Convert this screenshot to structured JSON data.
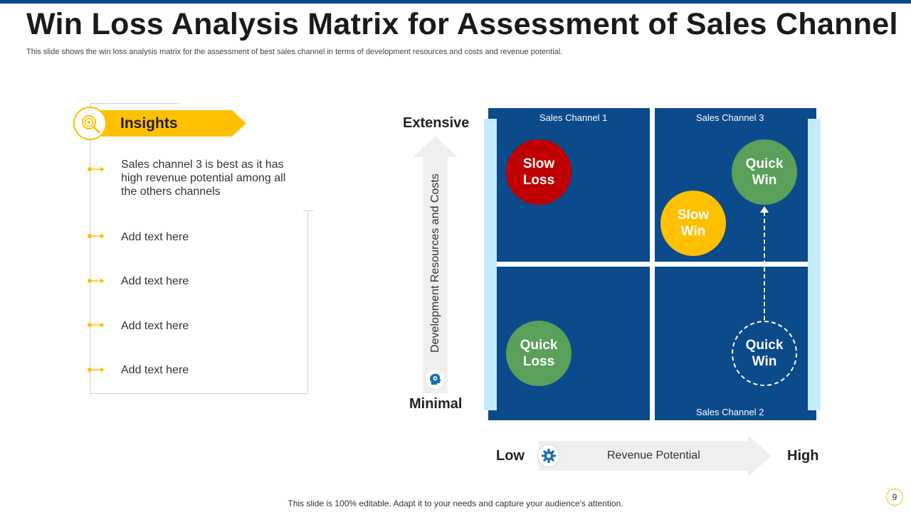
{
  "header": {
    "title": "Win Loss Analysis Matrix for Assessment of Sales Channel",
    "subtitle": "This slide shows the win loss analysis matrix for the assessment of best sales channel in terms of  development resources and costs and revenue potential."
  },
  "insights": {
    "label": "Insights",
    "icon": "magnifier-target-icon",
    "items": [
      "Sales channel 3 is best as it has high revenue potential  among all the others channels",
      "Add text here",
      "Add text here",
      "Add text here",
      "Add text here"
    ]
  },
  "matrix": {
    "quadrant_labels": {
      "top_left": "Sales Channel 1",
      "top_right": "Sales Channel 3",
      "bottom_right": "Sales Channel 2"
    },
    "circles": {
      "slow_loss": [
        "Slow",
        "Loss"
      ],
      "quick_win_top": [
        "Quick",
        "Win"
      ],
      "slow_win": [
        "Slow",
        "Win"
      ],
      "quick_loss": [
        "Quick",
        "Loss"
      ],
      "quick_win_bottom": [
        "Quick",
        "Win"
      ]
    },
    "colors": {
      "quadrant_fill": "#0b4a8b",
      "border_fill": "#c4ecfa",
      "loss": "#c00000",
      "slow_win": "#ffc000",
      "win": "#5aa05a"
    }
  },
  "y_axis": {
    "label": "Development Resources and Costs",
    "top": "Extensive",
    "bottom": "Minimal",
    "icon": "head-gear-icon"
  },
  "x_axis": {
    "label": "Revenue Potential",
    "left": "Low",
    "right": "High",
    "icon": "gear-icon"
  },
  "footer": {
    "text": "This slide is 100% editable. Adapt it to your needs and capture your audience's attention.",
    "page": "9"
  }
}
